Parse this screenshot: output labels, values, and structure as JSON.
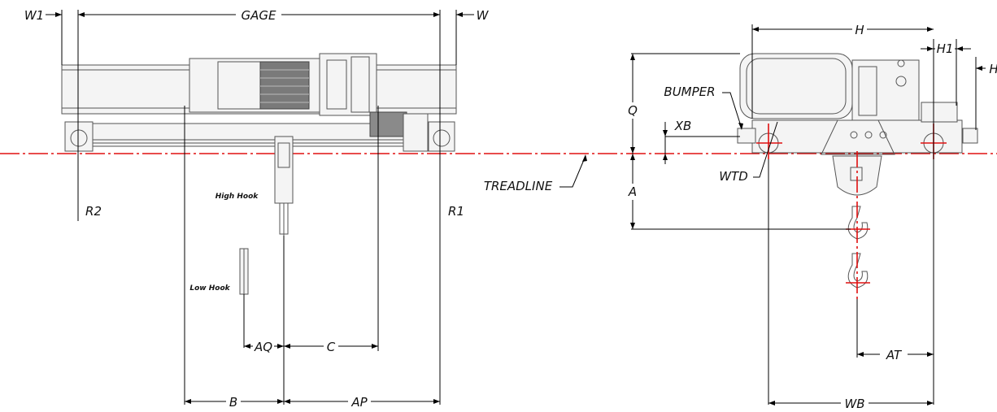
{
  "colors": {
    "centerline": "#e01010",
    "dimension": "#000000",
    "outline": "#555555",
    "background": "#ffffff"
  },
  "labels": {
    "w1": "W1",
    "gage": "GAGE",
    "w": "W",
    "r2": "R2",
    "r1": "R1",
    "high_hook": "High Hook",
    "low_hook": "Low Hook",
    "aq": "AQ",
    "c": "C",
    "b": "B",
    "ap": "AP",
    "treadline": "TREADLINE",
    "h": "H",
    "h1": "H1",
    "h_partial": "H",
    "bumper": "BUMPER",
    "q": "Q",
    "xb": "XB",
    "wtd": "WTD",
    "a": "A",
    "at": "AT",
    "wb": "WB"
  }
}
